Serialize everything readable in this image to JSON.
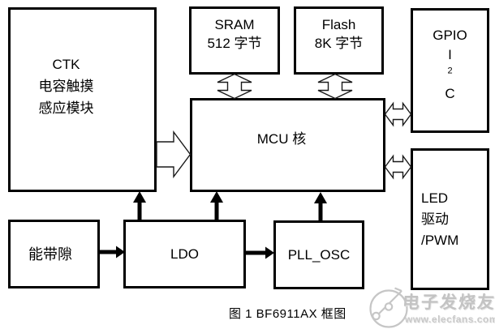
{
  "figure": {
    "caption": "图 1 BF6911AX 框图",
    "chip": "BF6911AX"
  },
  "colors": {
    "line": "#000000",
    "background": "#ffffff",
    "watermark": "#c4c4c4"
  },
  "blocks": {
    "ctk": {
      "lines": [
        "CTK",
        "电容触摸",
        "感应模块"
      ]
    },
    "sram": {
      "lines": [
        "SRAM",
        "512 字节"
      ]
    },
    "flash": {
      "lines": [
        "Flash",
        "8K 字节"
      ]
    },
    "gpio": {
      "line1": "GPIO",
      "i2c": {
        "base": "I",
        "sup": "2",
        "tail": "C"
      }
    },
    "mcu": {
      "label": "MCU 核"
    },
    "bandgap": {
      "label": "能带隙"
    },
    "ldo": {
      "label": "LDO"
    },
    "pll_osc": {
      "label": "PLL_OSC"
    },
    "led": {
      "lines": [
        "LED",
        "驱动",
        "/PWM"
      ]
    }
  },
  "connections": [
    {
      "from": "CTK",
      "to": "MCU",
      "style": "hollow-arrow-right"
    },
    {
      "from": "SRAM",
      "to": "MCU",
      "style": "hollow-double-arrow-vertical"
    },
    {
      "from": "Flash",
      "to": "MCU",
      "style": "hollow-double-arrow-vertical"
    },
    {
      "from": "MCU",
      "to": "GPIO/I2C",
      "style": "hollow-double-arrow-horizontal"
    },
    {
      "from": "MCU",
      "to": "LED/PWM",
      "style": "hollow-double-arrow-horizontal"
    },
    {
      "from": "能带隙",
      "to": "LDO",
      "style": "solid-arrow-right"
    },
    {
      "from": "LDO",
      "to": "PLL_OSC",
      "style": "solid-arrow-right"
    },
    {
      "from": "LDO",
      "to": "CTK",
      "style": "solid-arrow-up"
    },
    {
      "from": "LDO",
      "to": "MCU",
      "style": "solid-arrow-up"
    },
    {
      "from": "PLL_OSC",
      "to": "MCU",
      "style": "solid-arrow-up"
    }
  ],
  "watermark": {
    "brand": "电子发烧友",
    "url": "www.elecfans.com"
  }
}
